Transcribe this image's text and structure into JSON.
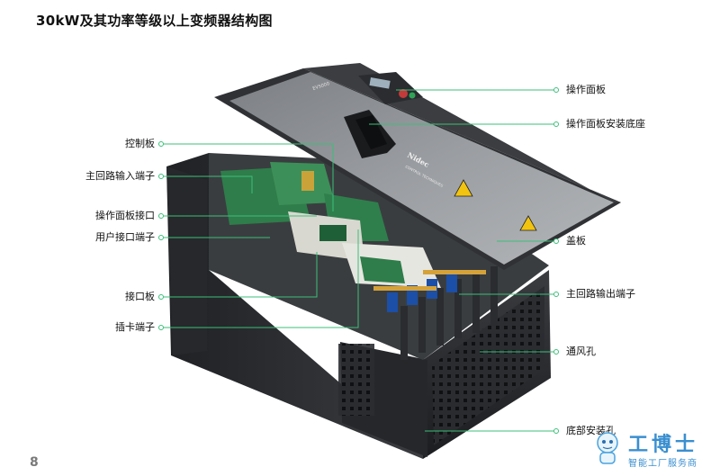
{
  "title": "30kW及其功率等级以上变频器结构图",
  "page_number": "8",
  "labels_left": [
    {
      "id": "control-board",
      "text": "控制板"
    },
    {
      "id": "main-input-terminal",
      "text": "主回路输入端子"
    },
    {
      "id": "panel-interface",
      "text": "操作面板接口"
    },
    {
      "id": "user-interface-terminal",
      "text": "用户接口端子"
    },
    {
      "id": "interface-board",
      "text": "接口板"
    },
    {
      "id": "card-slot-terminal",
      "text": "插卡端子"
    }
  ],
  "labels_right": [
    {
      "id": "operation-panel",
      "text": "操作面板"
    },
    {
      "id": "panel-mount-base",
      "text": "操作面板安装底座"
    },
    {
      "id": "cover",
      "text": "盖板"
    },
    {
      "id": "main-output-terminal",
      "text": "主回路输出端子"
    },
    {
      "id": "vent-holes",
      "text": "通风孔"
    },
    {
      "id": "bottom-mount-holes",
      "text": "底部安装孔"
    }
  ],
  "device_marks": {
    "model": "EV5000",
    "brand": "Nidec",
    "brand_sub": "CONTROL TECHNIQUES"
  },
  "watermark": {
    "name": "工博士",
    "slogan": "智能工厂服务商"
  },
  "colors": {
    "leader_line": "#3cbf7a",
    "chassis": "#2d2f33",
    "cover": "#8c8f93"
  }
}
